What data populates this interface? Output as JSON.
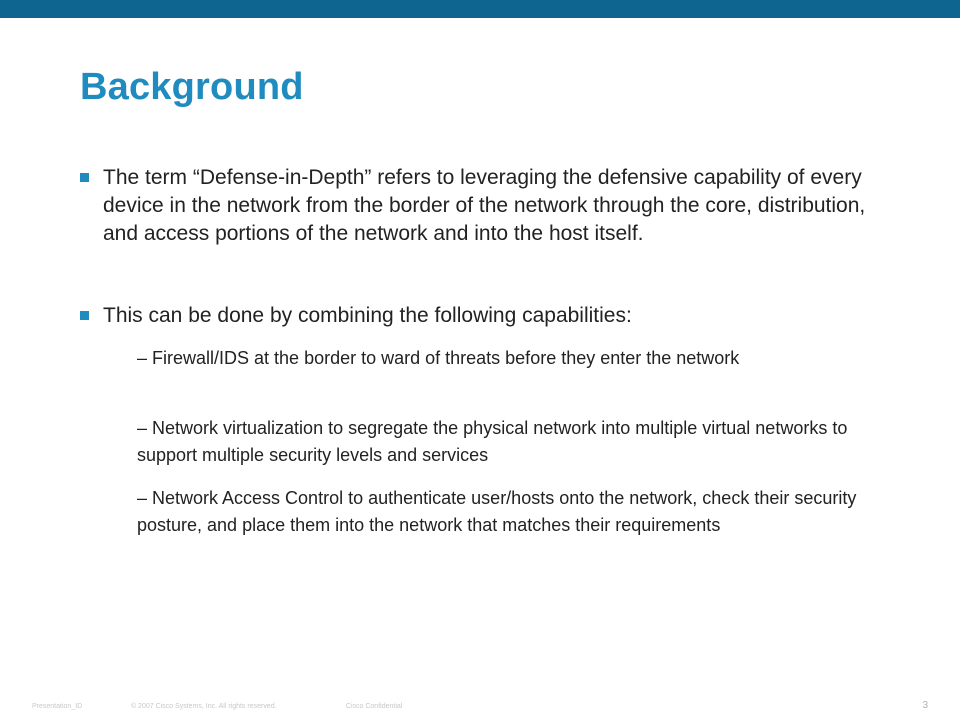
{
  "slide": {
    "title": "Background",
    "bullets": [
      "The term “Defense-in-Depth” refers to leveraging the defensive capability of every device in the network from the border of the network through the core, distribution, and access portions of the network and into the host itself.",
      "This can be done by combining the following capabilities:"
    ],
    "sub_bullets": [
      "– Firewall/IDS at the border to ward of threats before they enter the network",
      "– Network virtualization to segregate the physical network into multiple virtual networks to support multiple security levels and services",
      "– Network Access Control to authenticate user/hosts onto the network, check their security posture, and place them into the network that matches their requirements"
    ]
  },
  "footer": {
    "presentation_id": "Presentation_ID",
    "copyright": "© 2007 Cisco Systems, Inc. All rights reserved.",
    "confidentiality": "Cisco Confidential",
    "page_number": "3"
  },
  "colors": {
    "top_band": "#0e6690",
    "title": "#1f8bbf",
    "bullet_marker": "#1f8bbf",
    "body_text": "#222222"
  }
}
